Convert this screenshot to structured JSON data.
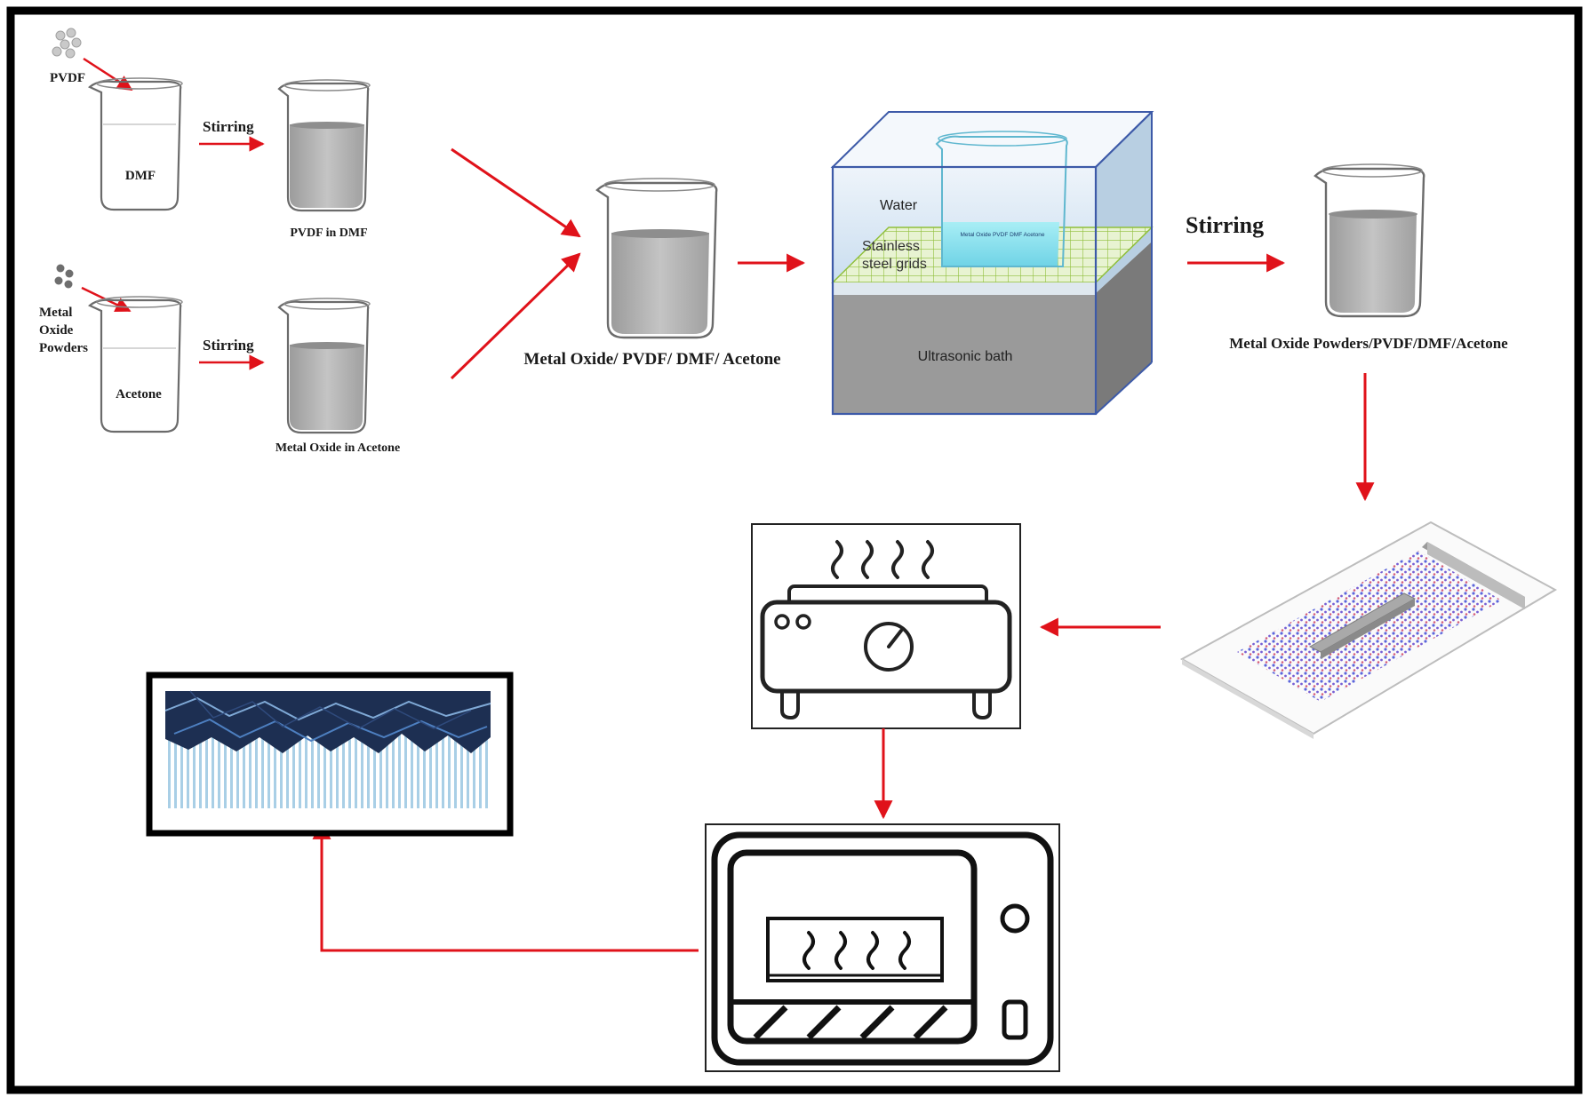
{
  "labels": {
    "pvdf": "PVDF",
    "dmf": "DMF",
    "stirring_1": "Stirring",
    "pvdf_in_dmf": "PVDF in DMF",
    "metal": "Metal",
    "oxide": "Oxide",
    "powders": "Powders",
    "acetone": "Acetone",
    "stirring_2": "Stirring",
    "metal_oxide_in_acetone": "Metal Oxide in Acetone",
    "mixture": "Metal Oxide/ PVDF/ DMF/ Acetone",
    "water": "Water",
    "stainless": "Stainless",
    "steel_grids": "steel grids",
    "beaker_small": "Metal Oxide PVDF DMF Acetone",
    "ultrasonic_bath": "Ultrasonic bath",
    "stirring_3": "Stirring",
    "final_solution": "Metal Oxide Powders/PVDF/DMF/Acetone"
  },
  "colors": {
    "arrow": "#e0121a",
    "beaker_liquid": "#b4b4b4",
    "bath_water": "#d4e6f1",
    "bath_base": "#8d8d8d",
    "grid": "#8fbf3a",
    "film_particles": "#4a55d8"
  }
}
